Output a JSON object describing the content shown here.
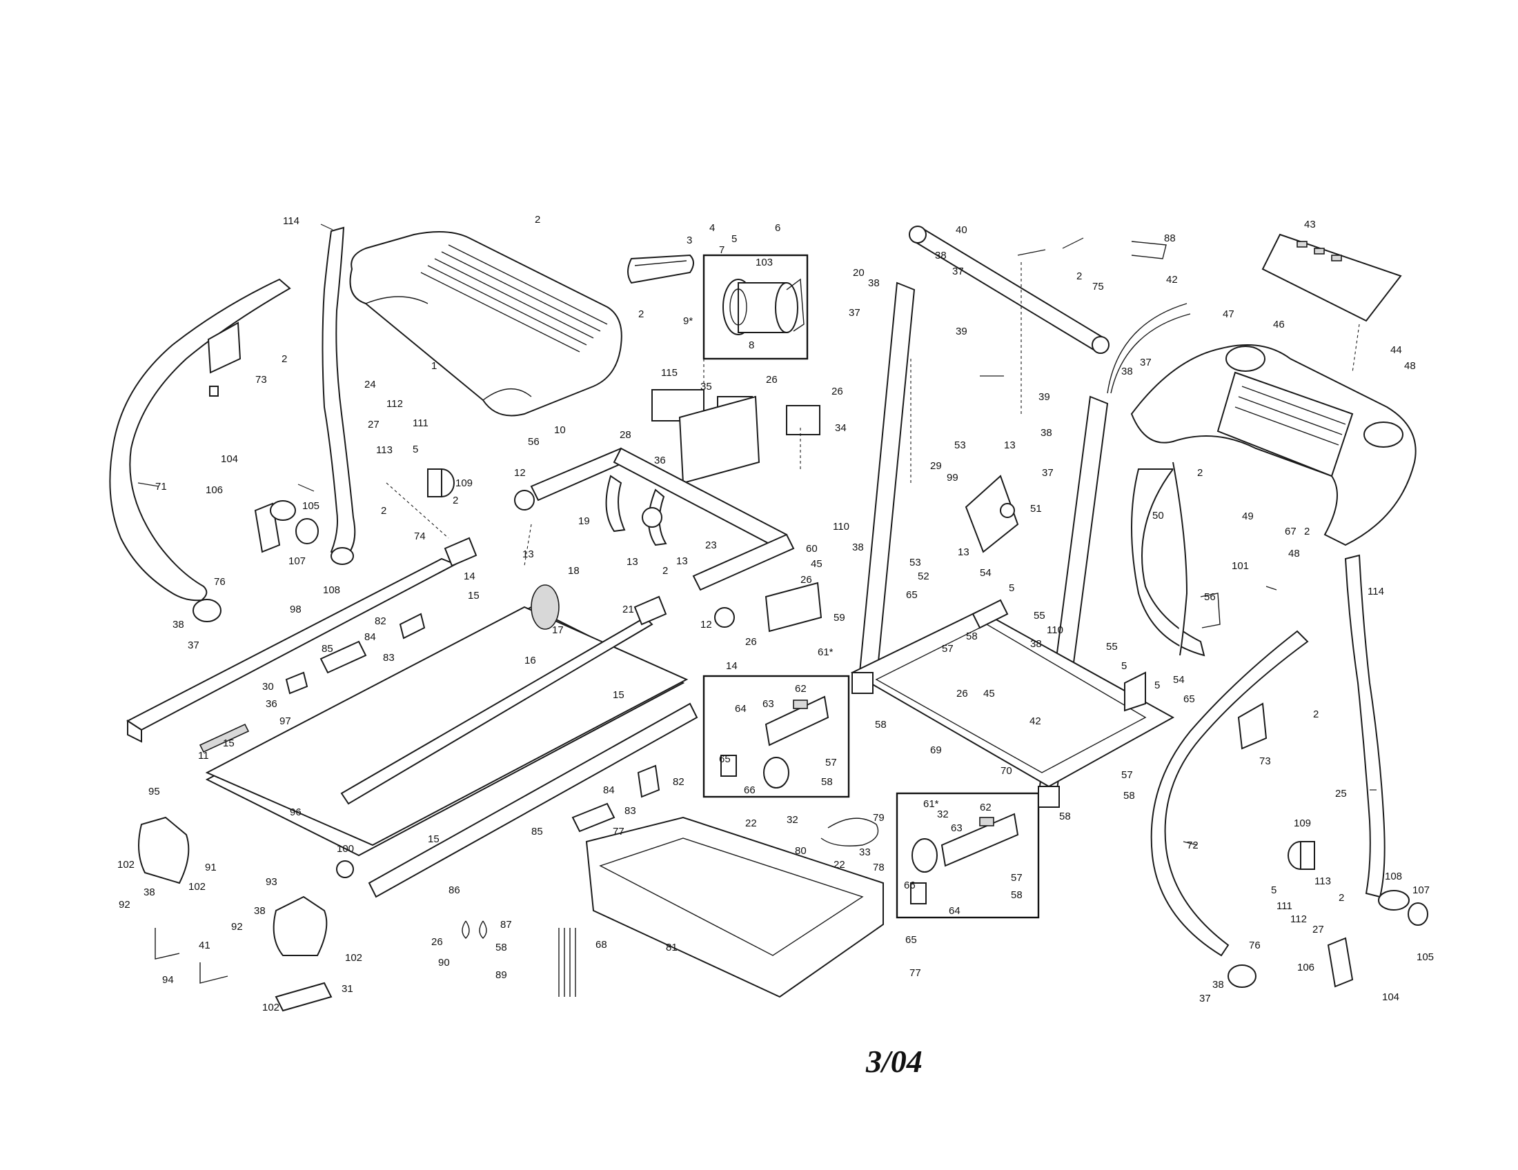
{
  "diagram": {
    "date_stamp": "3/04",
    "callouts": [
      {
        "id": "c114a",
        "text": "114"
      },
      {
        "id": "c2a",
        "text": "2"
      },
      {
        "id": "c1",
        "text": "1"
      },
      {
        "id": "c2b",
        "text": "2"
      },
      {
        "id": "c2c",
        "text": "2"
      },
      {
        "id": "c73a",
        "text": "73"
      },
      {
        "id": "c24",
        "text": "24"
      },
      {
        "id": "c71",
        "text": "71"
      },
      {
        "id": "c27a",
        "text": "27"
      },
      {
        "id": "c112a",
        "text": "112"
      },
      {
        "id": "c111a",
        "text": "111"
      },
      {
        "id": "c113a",
        "text": "113"
      },
      {
        "id": "c5a",
        "text": "5"
      },
      {
        "id": "c109a",
        "text": "109"
      },
      {
        "id": "c104a",
        "text": "104"
      },
      {
        "id": "c105a",
        "text": "105"
      },
      {
        "id": "c106a",
        "text": "106"
      },
      {
        "id": "c107a",
        "text": "107"
      },
      {
        "id": "c108a",
        "text": "108"
      },
      {
        "id": "c2d",
        "text": "2"
      },
      {
        "id": "c2e",
        "text": "2"
      },
      {
        "id": "c74",
        "text": "74"
      },
      {
        "id": "c76a",
        "text": "76"
      },
      {
        "id": "c38a",
        "text": "38"
      },
      {
        "id": "c37a",
        "text": "37"
      },
      {
        "id": "c98",
        "text": "98"
      },
      {
        "id": "c82a",
        "text": "82"
      },
      {
        "id": "c84a",
        "text": "84"
      },
      {
        "id": "c83a",
        "text": "83"
      },
      {
        "id": "c85a",
        "text": "85"
      },
      {
        "id": "c30",
        "text": "30"
      },
      {
        "id": "c36a",
        "text": "36"
      },
      {
        "id": "c97",
        "text": "97"
      },
      {
        "id": "c11",
        "text": "11"
      },
      {
        "id": "c15a",
        "text": "15"
      },
      {
        "id": "c96",
        "text": "96"
      },
      {
        "id": "c95",
        "text": "95"
      },
      {
        "id": "c102a",
        "text": "102"
      },
      {
        "id": "c91",
        "text": "91"
      },
      {
        "id": "c92a",
        "text": "92"
      },
      {
        "id": "c38b",
        "text": "38"
      },
      {
        "id": "c102b",
        "text": "102"
      },
      {
        "id": "c93",
        "text": "93"
      },
      {
        "id": "c38c",
        "text": "38"
      },
      {
        "id": "c92b",
        "text": "92"
      },
      {
        "id": "c102c",
        "text": "102"
      },
      {
        "id": "c94",
        "text": "94"
      },
      {
        "id": "c41",
        "text": "41"
      },
      {
        "id": "c31",
        "text": "31"
      },
      {
        "id": "c102d",
        "text": "102"
      },
      {
        "id": "c100",
        "text": "100"
      },
      {
        "id": "c86",
        "text": "86"
      },
      {
        "id": "c15b",
        "text": "15"
      },
      {
        "id": "c16",
        "text": "16"
      },
      {
        "id": "c15c",
        "text": "15"
      },
      {
        "id": "c14a",
        "text": "14"
      },
      {
        "id": "c15d",
        "text": "15"
      },
      {
        "id": "c17",
        "text": "17"
      },
      {
        "id": "c18",
        "text": "18"
      },
      {
        "id": "c13a",
        "text": "13"
      },
      {
        "id": "c12a",
        "text": "12"
      },
      {
        "id": "c56a",
        "text": "56"
      },
      {
        "id": "c10",
        "text": "10"
      },
      {
        "id": "c19",
        "text": "19"
      },
      {
        "id": "c13b",
        "text": "13"
      },
      {
        "id": "c2f",
        "text": "2"
      },
      {
        "id": "c13c",
        "text": "13"
      },
      {
        "id": "c21",
        "text": "21"
      },
      {
        "id": "c12b",
        "text": "12"
      },
      {
        "id": "c3",
        "text": "3"
      },
      {
        "id": "c4",
        "text": "4"
      },
      {
        "id": "c5b",
        "text": "5"
      },
      {
        "id": "c6",
        "text": "6"
      },
      {
        "id": "c7",
        "text": "7"
      },
      {
        "id": "c103",
        "text": "103"
      },
      {
        "id": "c20",
        "text": "20"
      },
      {
        "id": "c9",
        "text": "9*"
      },
      {
        "id": "c8",
        "text": "8"
      },
      {
        "id": "c115",
        "text": "115"
      },
      {
        "id": "c35",
        "text": "35"
      },
      {
        "id": "c26a",
        "text": "26"
      },
      {
        "id": "c26b",
        "text": "26"
      },
      {
        "id": "c28",
        "text": "28"
      },
      {
        "id": "c36b",
        "text": "36"
      },
      {
        "id": "c34",
        "text": "34"
      },
      {
        "id": "c23",
        "text": "23"
      },
      {
        "id": "c60",
        "text": "60"
      },
      {
        "id": "c45a",
        "text": "45"
      },
      {
        "id": "c26c",
        "text": "26"
      },
      {
        "id": "c59",
        "text": "59"
      },
      {
        "id": "c26d",
        "text": "26"
      },
      {
        "id": "c14b",
        "text": "14"
      },
      {
        "id": "c61a",
        "text": "61*"
      },
      {
        "id": "c64a",
        "text": "64"
      },
      {
        "id": "c63a",
        "text": "63"
      },
      {
        "id": "c62a",
        "text": "62"
      },
      {
        "id": "c65a",
        "text": "65"
      },
      {
        "id": "c66a",
        "text": "66"
      },
      {
        "id": "c57a",
        "text": "57"
      },
      {
        "id": "c58a",
        "text": "58"
      },
      {
        "id": "c32a",
        "text": "32"
      },
      {
        "id": "c84b",
        "text": "84"
      },
      {
        "id": "c82b",
        "text": "82"
      },
      {
        "id": "c83b",
        "text": "83"
      },
      {
        "id": "c85b",
        "text": "85"
      },
      {
        "id": "c77a",
        "text": "77"
      },
      {
        "id": "c22a",
        "text": "22"
      },
      {
        "id": "c79",
        "text": "79"
      },
      {
        "id": "c80",
        "text": "80"
      },
      {
        "id": "c22b",
        "text": "22"
      },
      {
        "id": "c33",
        "text": "33"
      },
      {
        "id": "c78",
        "text": "78"
      },
      {
        "id": "c81",
        "text": "81"
      },
      {
        "id": "c77b",
        "text": "77"
      },
      {
        "id": "c87",
        "text": "87"
      },
      {
        "id": "c26e",
        "text": "26"
      },
      {
        "id": "c58b",
        "text": "58"
      },
      {
        "id": "c90",
        "text": "90"
      },
      {
        "id": "c89",
        "text": "89"
      },
      {
        "id": "c68",
        "text": "68"
      },
      {
        "id": "c40",
        "text": "40"
      },
      {
        "id": "c38d",
        "text": "38"
      },
      {
        "id": "c37b",
        "text": "37"
      },
      {
        "id": "c2g",
        "text": "2"
      },
      {
        "id": "c38e",
        "text": "38"
      },
      {
        "id": "c37c",
        "text": "37"
      },
      {
        "id": "c39a",
        "text": "39"
      },
      {
        "id": "c88",
        "text": "88"
      },
      {
        "id": "c42a",
        "text": "42"
      },
      {
        "id": "c75",
        "text": "75"
      },
      {
        "id": "c39b",
        "text": "39"
      },
      {
        "id": "c38f",
        "text": "38"
      },
      {
        "id": "c37d",
        "text": "37"
      },
      {
        "id": "c38g",
        "text": "38"
      },
      {
        "id": "c37e",
        "text": "37"
      },
      {
        "id": "c53a",
        "text": "53"
      },
      {
        "id": "c13d",
        "text": "13"
      },
      {
        "id": "c29",
        "text": "29"
      },
      {
        "id": "c99",
        "text": "99"
      },
      {
        "id": "c51",
        "text": "51"
      },
      {
        "id": "c110a",
        "text": "110"
      },
      {
        "id": "c53b",
        "text": "53"
      },
      {
        "id": "c52",
        "text": "52"
      },
      {
        "id": "c13e",
        "text": "13"
      },
      {
        "id": "c38h",
        "text": "38"
      },
      {
        "id": "c54a",
        "text": "54"
      },
      {
        "id": "c65b",
        "text": "65"
      },
      {
        "id": "c5c",
        "text": "5"
      },
      {
        "id": "c55a",
        "text": "55"
      },
      {
        "id": "c110b",
        "text": "110"
      },
      {
        "id": "c38i",
        "text": "38"
      },
      {
        "id": "c57b",
        "text": "57"
      },
      {
        "id": "c58c",
        "text": "58"
      },
      {
        "id": "c26f",
        "text": "26"
      },
      {
        "id": "c45b",
        "text": "45"
      },
      {
        "id": "c42b",
        "text": "42"
      },
      {
        "id": "c58d",
        "text": "58"
      },
      {
        "id": "c69",
        "text": "69"
      },
      {
        "id": "c70",
        "text": "70"
      },
      {
        "id": "c55b",
        "text": "55"
      },
      {
        "id": "c5d",
        "text": "5"
      },
      {
        "id": "c5e",
        "text": "5"
      },
      {
        "id": "c54b",
        "text": "54"
      },
      {
        "id": "c65c",
        "text": "65"
      },
      {
        "id": "c57c",
        "text": "57"
      },
      {
        "id": "c58e",
        "text": "58"
      },
      {
        "id": "c58f",
        "text": "58"
      },
      {
        "id": "c61b",
        "text": "61*"
      },
      {
        "id": "c32b",
        "text": "32"
      },
      {
        "id": "c62b",
        "text": "62"
      },
      {
        "id": "c63b",
        "text": "63"
      },
      {
        "id": "c66b",
        "text": "66"
      },
      {
        "id": "c57d",
        "text": "57"
      },
      {
        "id": "c58g",
        "text": "58"
      },
      {
        "id": "c65d",
        "text": "65"
      },
      {
        "id": "c64b",
        "text": "64"
      },
      {
        "id": "c43",
        "text": "43"
      },
      {
        "id": "c47",
        "text": "47"
      },
      {
        "id": "c46",
        "text": "46"
      },
      {
        "id": "c44",
        "text": "44"
      },
      {
        "id": "c48a",
        "text": "48"
      },
      {
        "id": "c50",
        "text": "50"
      },
      {
        "id": "c2h",
        "text": "2"
      },
      {
        "id": "c49",
        "text": "49"
      },
      {
        "id": "c67",
        "text": "67"
      },
      {
        "id": "c2i",
        "text": "2"
      },
      {
        "id": "c48b",
        "text": "48"
      },
      {
        "id": "c101",
        "text": "101"
      },
      {
        "id": "c56b",
        "text": "56"
      },
      {
        "id": "c114b",
        "text": "114"
      },
      {
        "id": "c2j",
        "text": "2"
      },
      {
        "id": "c73b",
        "text": "73"
      },
      {
        "id": "c25",
        "text": "25"
      },
      {
        "id": "c72",
        "text": "72"
      },
      {
        "id": "c109b",
        "text": "109"
      },
      {
        "id": "c108b",
        "text": "108"
      },
      {
        "id": "c107b",
        "text": "107"
      },
      {
        "id": "c113b",
        "text": "113"
      },
      {
        "id": "c5f",
        "text": "5"
      },
      {
        "id": "c111b",
        "text": "111"
      },
      {
        "id": "c2k",
        "text": "2"
      },
      {
        "id": "c112b",
        "text": "112"
      },
      {
        "id": "c27b",
        "text": "27"
      },
      {
        "id": "c76b",
        "text": "76"
      },
      {
        "id": "c105b",
        "text": "105"
      },
      {
        "id": "c106b",
        "text": "106"
      },
      {
        "id": "c38j",
        "text": "38"
      },
      {
        "id": "c37f",
        "text": "37"
      },
      {
        "id": "c104b",
        "text": "104"
      }
    ]
  }
}
